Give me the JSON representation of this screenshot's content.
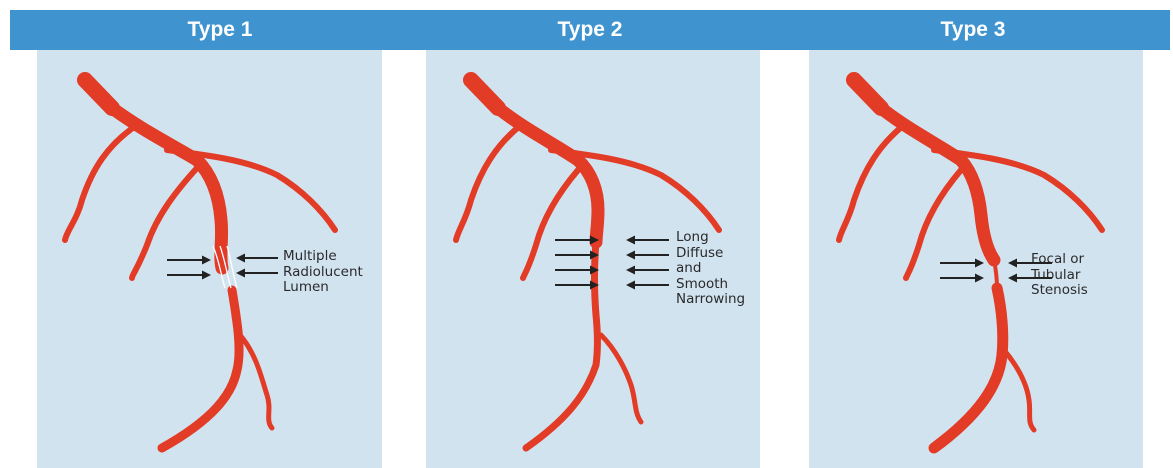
{
  "header": {
    "titles": [
      "Type 1",
      "Type 2",
      "Type 3"
    ]
  },
  "colors": {
    "header": "#3f94d0",
    "panel": "#d2e3f0",
    "artery": "#e23b26",
    "artery_dark": "#b8261a",
    "arrow": "#222222"
  },
  "panels": [
    {
      "label": "Multiple\nRadiolucent\nLumen"
    },
    {
      "label": "Long\nDiffuse\nand\nSmooth\nNarrowing"
    },
    {
      "label": "Focal or\nTubular\nStenosis"
    }
  ]
}
